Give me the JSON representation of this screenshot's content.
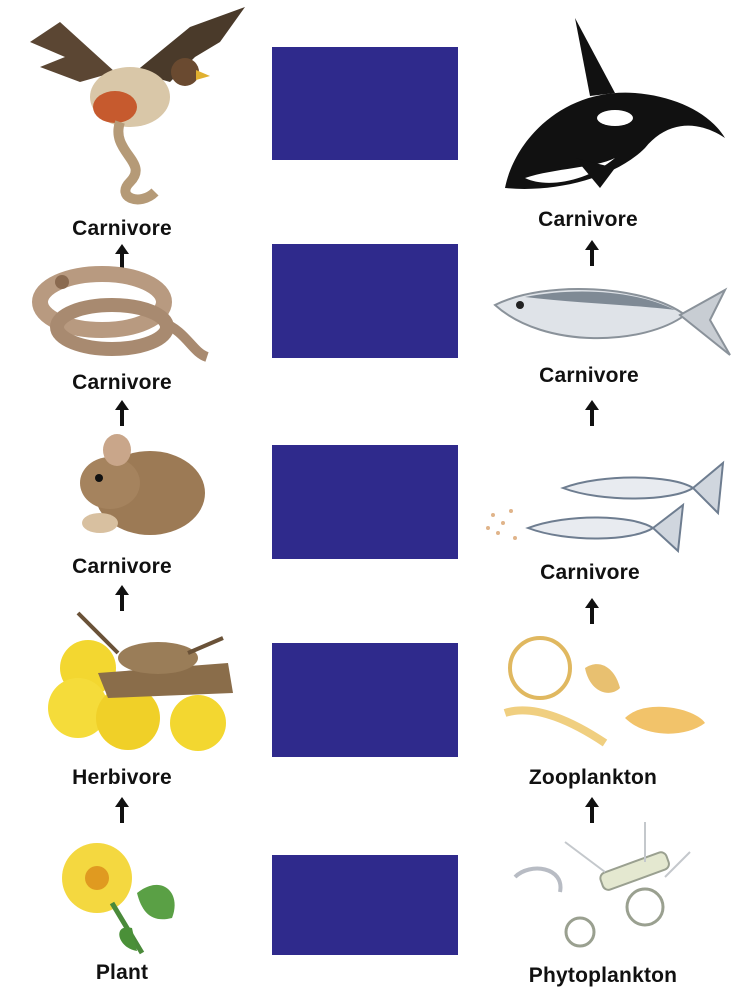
{
  "terrestrial_chain": {
    "levels": [
      {
        "label": "Carnivore",
        "icon": "hawk-icon"
      },
      {
        "label": "Carnivore",
        "icon": "snake-icon"
      },
      {
        "label": "Carnivore",
        "icon": "mouse-icon"
      },
      {
        "label": "Herbivore",
        "icon": "grasshopper-icon"
      },
      {
        "label": "Plant",
        "icon": "flower-plant-icon"
      }
    ]
  },
  "marine_chain": {
    "levels": [
      {
        "label": "Carnivore",
        "icon": "orca-icon"
      },
      {
        "label": "Carnivore",
        "icon": "tuna-icon"
      },
      {
        "label": "Carnivore",
        "icon": "small-fish-icon"
      },
      {
        "label": "Zooplankton",
        "icon": "zooplankton-icon"
      },
      {
        "label": "Phytoplankton",
        "icon": "phytoplankton-icon"
      }
    ]
  },
  "answer_boxes": {
    "count": 5,
    "color": "#2f2a8c"
  }
}
